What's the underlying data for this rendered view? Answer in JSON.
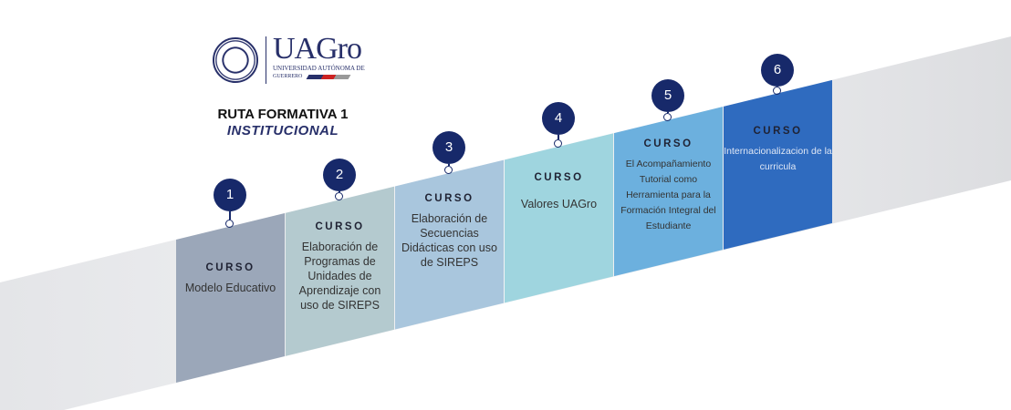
{
  "logo": {
    "brand": "UAGro",
    "line1": "UNIVERSIDAD AUTÓNOMA DE",
    "line2": "GUERRERO"
  },
  "title": {
    "line1": "RUTA FORMATIVA 1",
    "line2": "INSTITUCIONAL"
  },
  "courses": [
    {
      "number": "1",
      "kicker": "CURSO",
      "name": "Modelo Educativo",
      "color": "#9ba7b9"
    },
    {
      "number": "2",
      "kicker": "CURSO",
      "name": "Elaboración de Programas de Unidades de Aprendizaje con uso de SIREPS",
      "color": "#b4cacf"
    },
    {
      "number": "3",
      "kicker": "CURSO",
      "name": "Elaboración de Secuencias Didácticas con uso de SIREPS",
      "color": "#a9c6dd"
    },
    {
      "number": "4",
      "kicker": "CURSO",
      "name": "Valores UAGro",
      "color": "#9fd5df"
    },
    {
      "number": "5",
      "kicker": "CURSO",
      "name": "El Acompañamiento Tutorial como Herramienta para la Formación Integral del Estudiante",
      "color": "#6cb0de"
    },
    {
      "number": "6",
      "kicker": "CURSO",
      "name": "Internacionalizacion de la curricula",
      "color": "#2f6bbf"
    }
  ],
  "colors": {
    "navy": "#17296a",
    "band": "#e6e7ea"
  }
}
